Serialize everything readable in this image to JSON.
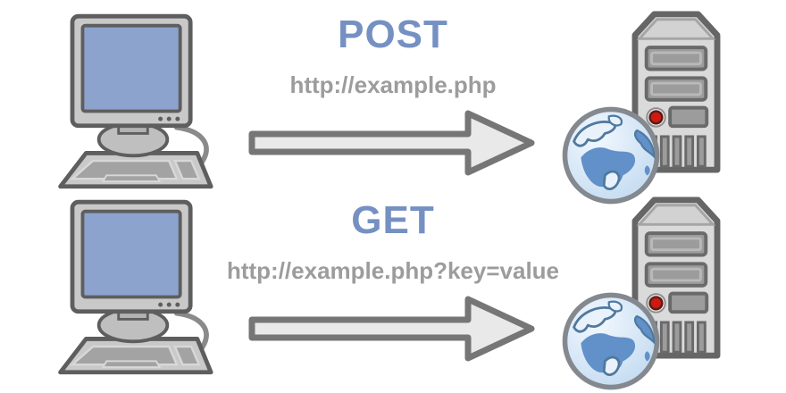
{
  "diagram": {
    "description_visible_text_only": true,
    "rows": [
      {
        "id": "post",
        "method": "POST",
        "url": "http://example.php"
      },
      {
        "id": "get",
        "method": "GET",
        "url": "http://example.php?key=value"
      }
    ],
    "icons": {
      "client": "desktop-computer-icon",
      "server": "server-tower-icon",
      "globe": "globe-icon",
      "arrow": "right-arrow-icon"
    },
    "colors": {
      "background": "#FFFFFF",
      "method_text_blue": "#7590C2",
      "url_text_gray": "#9C9C9C",
      "icon_fill_gray": "#C9C9C9",
      "icon_outline_gray": "#5E5E5E",
      "monitor_screen_blue": "#8CA3CE",
      "arrow_fill": "#E9E9E9",
      "arrow_outline": "#767676",
      "server_body": "#DADADA",
      "server_bay_gray": "#9C9C9C",
      "power_led_red": "#CE1A10",
      "globe_ocean_blue": "#6290C8",
      "globe_light_blue": "#E9F2FB"
    }
  }
}
